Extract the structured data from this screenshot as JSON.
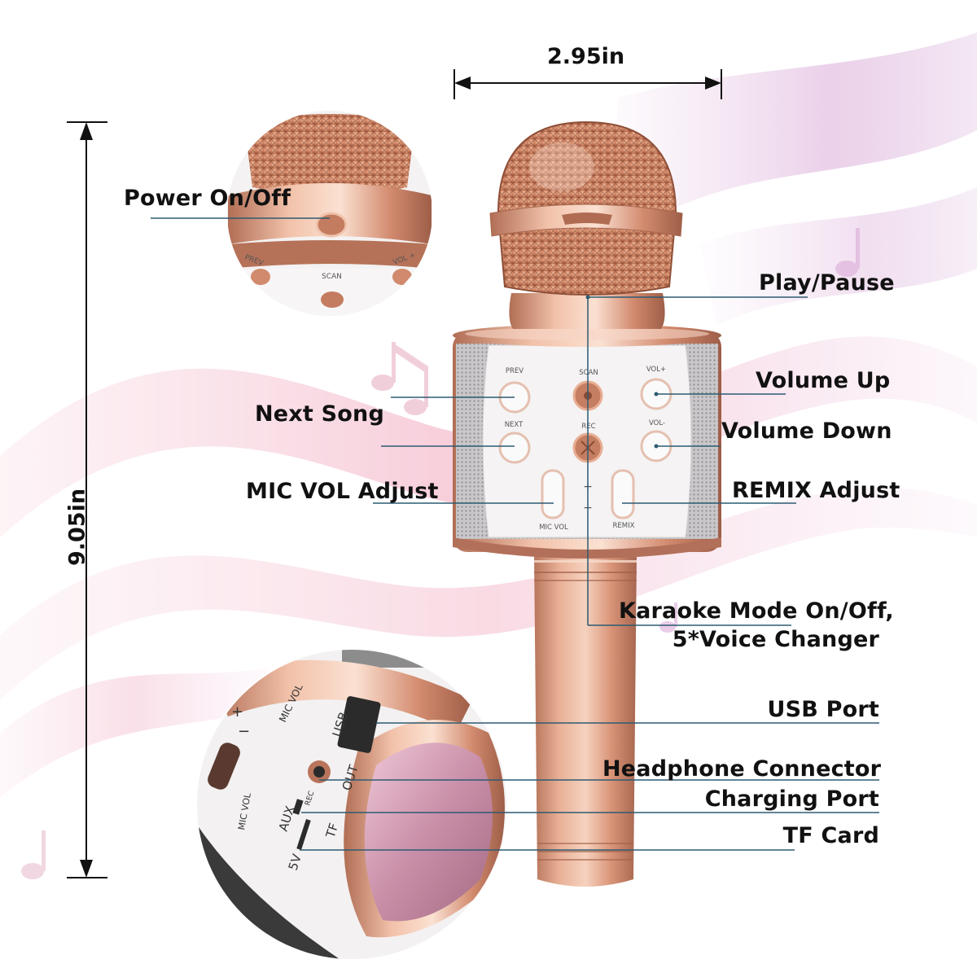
{
  "dimensions": {
    "width": "2.95in",
    "height": "9.05in"
  },
  "callouts": {
    "power": "Power On/Off",
    "play_pause": "Play/Pause",
    "volume_up": "Volume Up",
    "next_song": "Next Song",
    "volume_down": "Volume Down",
    "mic_vol_adjust": "MIC VOL Adjust",
    "remix_adjust": "REMIX Adjust",
    "karaoke_line1": "Karaoke Mode On/Off,",
    "karaoke_line2": "5*Voice Changer",
    "usb_port": "USB Port",
    "headphone": "Headphone Connector",
    "charging": "Charging Port",
    "tf_card": "TF Card"
  },
  "device_buttons": {
    "prev": "PREV",
    "scan": "SCAN",
    "vol_up": "VOL+",
    "next": "NEXT",
    "rec": "REC",
    "vol_down": "VOL-",
    "mic_vol": "MIC VOL",
    "remix": "REMIX",
    "plus": "+",
    "minus": "−"
  },
  "top_inset": {
    "prev": "PREV",
    "scan": "SCAN",
    "vol_up": "VOL +"
  },
  "bottom_inset": {
    "usb": "USB",
    "out": "OUT",
    "aux": "AUX",
    "rec": "REC",
    "tf": "TF",
    "five_v": "5V",
    "mic_vol": "MIC VOL",
    "mic_vol2": "MIC VOL",
    "plus": "+",
    "minus": "−"
  },
  "colors": {
    "rose_gold": "#d9957a",
    "rose_gold_dark": "#a9674e",
    "rose_gold_light": "#f3c9b4",
    "panel": "#f4f2f2",
    "speaker": "#b9b7b9",
    "leader": "#2d5b72",
    "ribbon": "#e8a8c0"
  }
}
